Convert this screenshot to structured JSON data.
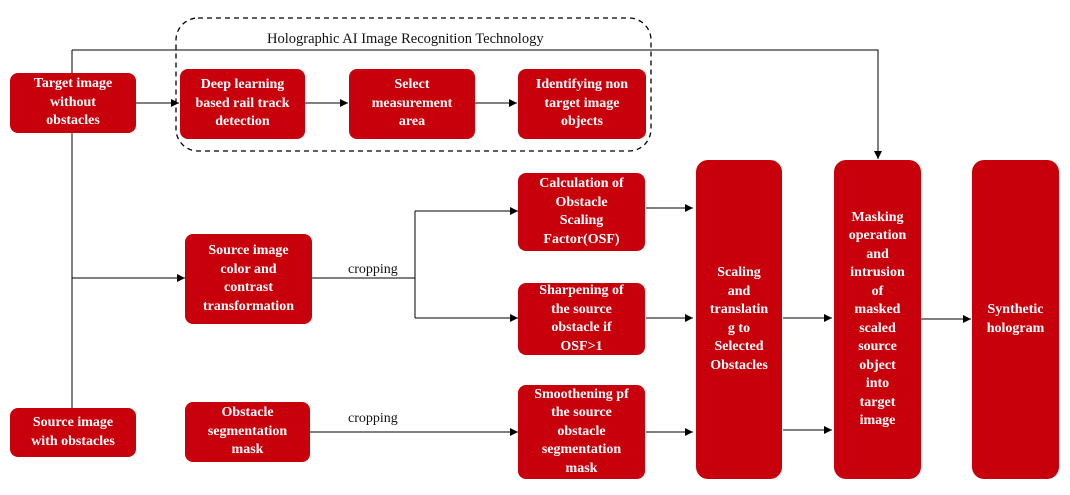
{
  "group": {
    "title": "Holographic AI Image Recognition Technology"
  },
  "labels": {
    "cropping_1": "cropping",
    "cropping_2": "cropping"
  },
  "nodes": {
    "target_image": "Target image\nwithout\nobstacles",
    "source_image": "Source image\nwith obstacles",
    "deep_learning": "Deep learning\nbased rail track\ndetection",
    "select_area": "Select\nmeasurement\narea",
    "identify_non_target": "Identifying non\ntarget image\nobjects",
    "color_contrast": "Source image\ncolor and\ncontrast\ntransformation",
    "segmentation_mask": "Obstacle\nsegmentation\nmask",
    "osf": "Calculation of\nObstacle\nScaling\nFactor(OSF)",
    "sharpening": "Sharpening of\nthe source\nobstacle if\nOSF>1",
    "smoothening": "Smoothening pf\nthe source\nobstacle\nsegmentation\nmask",
    "scaling": "Scaling\nand\ntranslatin\ng to\nSelected\nObstacles",
    "masking": "Masking\noperation\nand\nintrusion\nof\nmasked\nscaled\nsource\nobject\ninto\ntarget\nimage",
    "hologram": "Synthetic\nhologram"
  },
  "colors": {
    "node_fill": "#c8000b",
    "node_text": "#ffffff",
    "line": "#000000"
  }
}
